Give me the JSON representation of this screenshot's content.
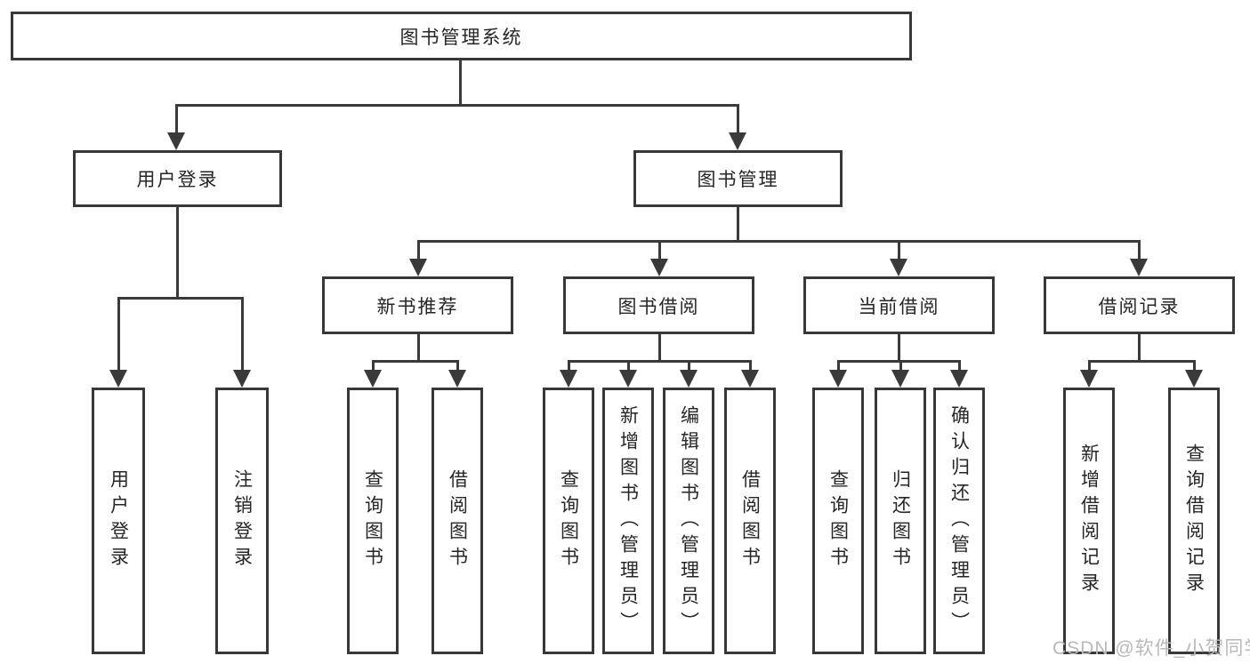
{
  "diagram": {
    "root": {
      "label": "图书管理系统"
    },
    "branches": [
      {
        "label": "用户登录",
        "children": [
          {
            "label": "用户登录"
          },
          {
            "label": "注销登录"
          }
        ]
      },
      {
        "label": "图书管理",
        "groups": [
          {
            "label": "新书推荐",
            "children": [
              {
                "label": "查询图书"
              },
              {
                "label": "借阅图书"
              }
            ]
          },
          {
            "label": "图书借阅",
            "children": [
              {
                "label": "查询图书"
              },
              {
                "label": "新增图书（管理员）"
              },
              {
                "label": "编辑图书（管理员）"
              },
              {
                "label": "借阅图书"
              }
            ]
          },
          {
            "label": "当前借阅",
            "children": [
              {
                "label": "查询图书"
              },
              {
                "label": "归还图书"
              },
              {
                "label": "确认归还（管理员）"
              }
            ]
          },
          {
            "label": "借阅记录",
            "children": [
              {
                "label": "新增借阅记录"
              },
              {
                "label": "查询借阅记录"
              }
            ]
          }
        ]
      }
    ]
  },
  "watermark": {
    "text": "CSDN @软件_小贺同学"
  },
  "colors": {
    "line": "#3a3a3a",
    "box_border": "#383838",
    "box_fill": "#ffffff",
    "text": "#262626",
    "watermark": "#b9b9b9",
    "background": "#ffffff"
  }
}
